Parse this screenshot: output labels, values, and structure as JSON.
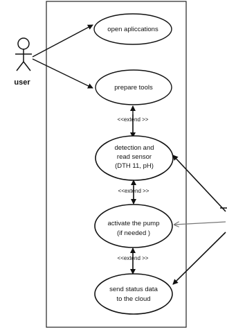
{
  "actor": {
    "name": "user"
  },
  "use_cases": {
    "open_applications": "open apliccations",
    "prepare_tools": "prepare tools",
    "detection": [
      "detection and",
      "read sensor",
      "(DTH 11, pH)"
    ],
    "activate_pump": [
      "activate the pump",
      "(if needed )"
    ],
    "send_status": [
      "send status data",
      "to the cloud"
    ]
  },
  "relations": {
    "extend_label": "<<extend >>"
  }
}
